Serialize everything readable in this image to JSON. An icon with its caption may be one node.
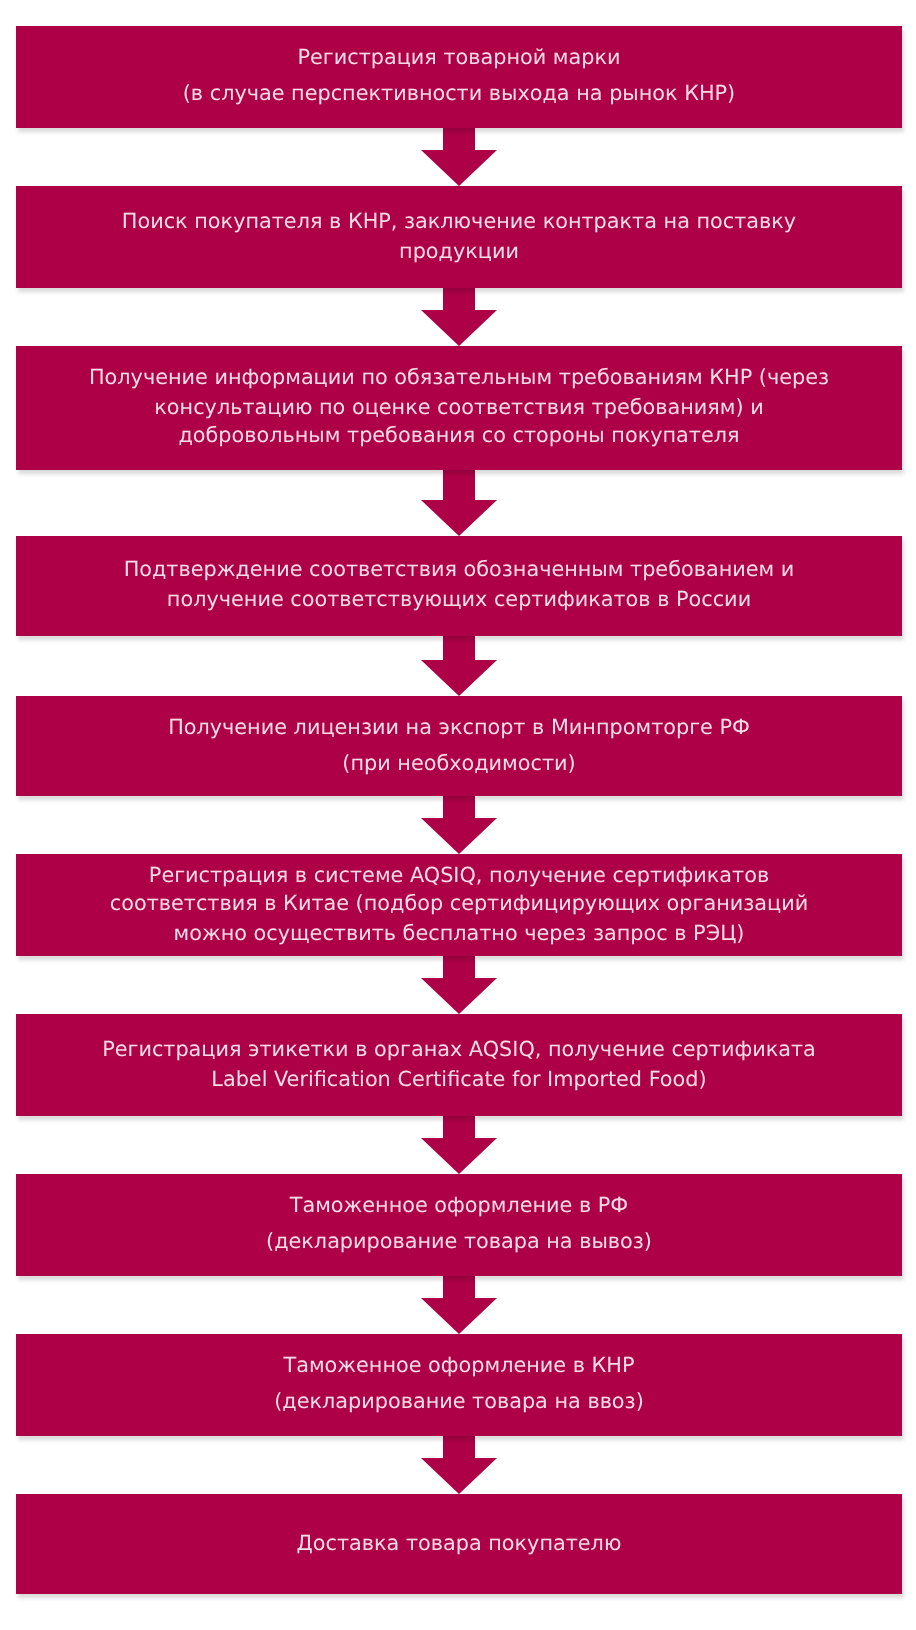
{
  "diagram": {
    "nodes": [
      {
        "text": [
          "Регистрация товарной марки",
          "(в случае перспективности выхода на рынок КНР)"
        ]
      },
      {
        "text": [
          "Поиск покупателя в КНР, заключение контракта на поставку продукции"
        ]
      },
      {
        "text": [
          "Получение информации по обязательным требованиям КНР (через консультацию по оценке соответствия требованиям) и добровольным требования со стороны покупателя"
        ]
      },
      {
        "text": [
          "Подтверждение соответствия обозначенным требованием и получение соответствующих сертификатов в России"
        ]
      },
      {
        "text": [
          "Получение лицензии на экспорт в Минпромторге РФ",
          "(при необходимости)"
        ]
      },
      {
        "text": [
          "Регистрация в системе AQSIQ, получение сертификатов соответствия в Китае (подбор сертифицирующих организаций можно осуществить бесплатно через запрос в РЭЦ)"
        ]
      },
      {
        "text": [
          "Регистрация этикетки в органах AQSIQ, получение сертификата Label Verification Certificate for Imported Food)"
        ]
      },
      {
        "text": [
          "Таможенное оформление в РФ",
          "(декларирование товара на вывоз)"
        ]
      },
      {
        "text": [
          "Таможенное оформление в КНР",
          "(декларирование товара на ввоз)"
        ]
      },
      {
        "text": [
          "Доставка товара покупателю"
        ]
      }
    ],
    "edges": [
      {
        "from": 0,
        "to": 1,
        "arrow": "to"
      },
      {
        "from": 1,
        "to": 2,
        "arrow": "to"
      },
      {
        "from": 2,
        "to": 3,
        "arrow": "to"
      },
      {
        "from": 3,
        "to": 4,
        "arrow": "to"
      },
      {
        "from": 4,
        "to": 5,
        "arrow": "to"
      },
      {
        "from": 5,
        "to": 6,
        "arrow": "to"
      },
      {
        "from": 6,
        "to": 7,
        "arrow": "to"
      },
      {
        "from": 7,
        "to": 8,
        "arrow": "to"
      },
      {
        "from": 8,
        "to": 9,
        "arrow": "to"
      }
    ]
  }
}
